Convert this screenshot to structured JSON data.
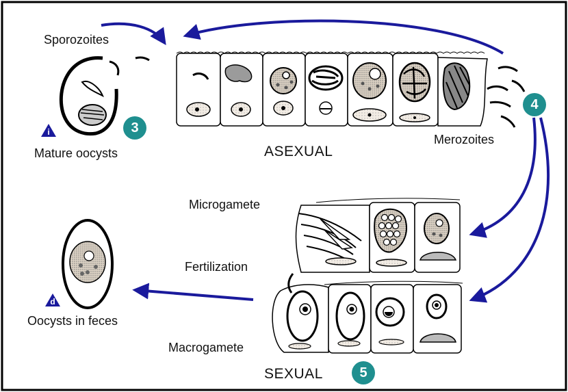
{
  "labels": {
    "sporozoites": "Sporozoites",
    "mature_oocysts": "Mature oocysts",
    "asexual": "ASEXUAL",
    "merozoites": "Merozoites",
    "microgamete": "Microgamete",
    "fertilization": "Fertilization",
    "oocysts_in_feces": "Oocysts in feces",
    "macrogamete": "Macrogamete",
    "sexual": "SEXUAL"
  },
  "stage_markers": {
    "step3": "3",
    "step4": "4",
    "step5": "5",
    "infective": "i",
    "diagnostic": "d"
  },
  "colors": {
    "arrow": "#1a1a9c",
    "marker": "#1f8f8f",
    "triangle": "#1a1a9c",
    "cytoplasm": "#e8d8c4"
  }
}
